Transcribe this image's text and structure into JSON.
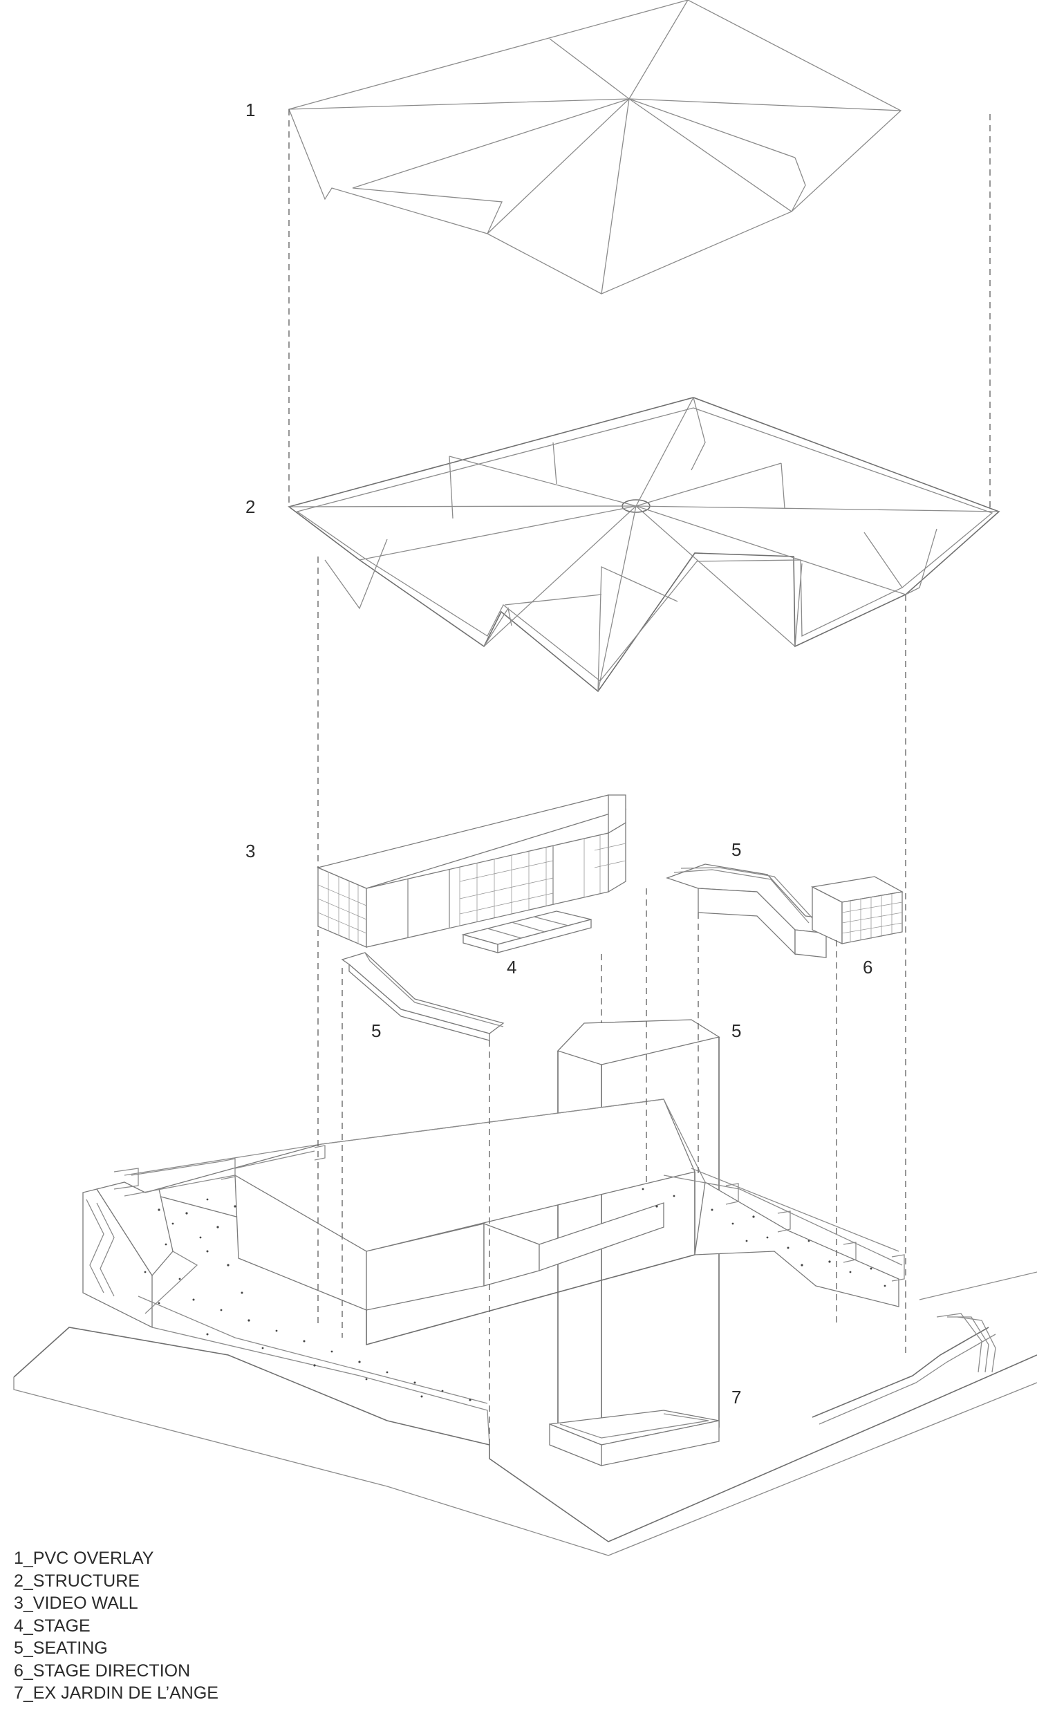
{
  "callouts": {
    "c1": "1",
    "c2": "2",
    "c3": "3",
    "c4": "4",
    "c5a": "5",
    "c5b": "5",
    "c5c": "5",
    "c6": "6",
    "c7": "7"
  },
  "legend": [
    "1_PVC OVERLAY",
    "2_STRUCTURE",
    "3_VIDEO WALL",
    "4_STAGE",
    "5_SEATING",
    "6_STAGE DIRECTION",
    "7_EX JARDIN DE L’ANGE"
  ],
  "colors": {
    "line": "#8c8c8c",
    "text": "#2b2b2b",
    "background": "#ffffff"
  }
}
